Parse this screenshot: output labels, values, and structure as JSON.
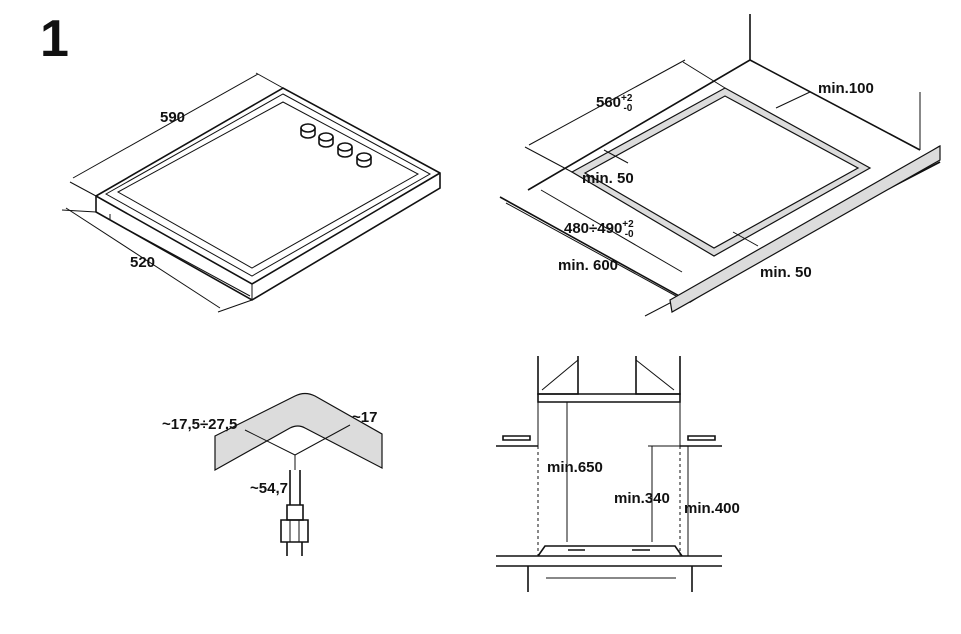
{
  "figure_number": "1",
  "hob_dimensions": {
    "width": "590",
    "depth": "520"
  },
  "cutout_dimensions": {
    "cutout_width": "560",
    "cutout_width_tolerance_plus": "+2",
    "cutout_width_tolerance_minus": "-0",
    "cutout_depth": "480÷490",
    "cutout_depth_tolerance_plus": "+2",
    "cutout_depth_tolerance_minus": "-0",
    "min_back_wall": "min.100",
    "min_front_edge": "min. 50",
    "min_side_edge": "min. 50",
    "min_worktop_depth": "min. 600"
  },
  "gas_connection": {
    "height_range": "~17,5÷27,5",
    "wall_offset": "~17",
    "connector_distance": "~54,7"
  },
  "clearances": {
    "hood_min": "min.650",
    "hob_to_cabinet_min": "min.340",
    "side_cabinet_min": "min.400"
  },
  "colors": {
    "line": "#111111",
    "fill_gray": "#dcdcdc"
  }
}
